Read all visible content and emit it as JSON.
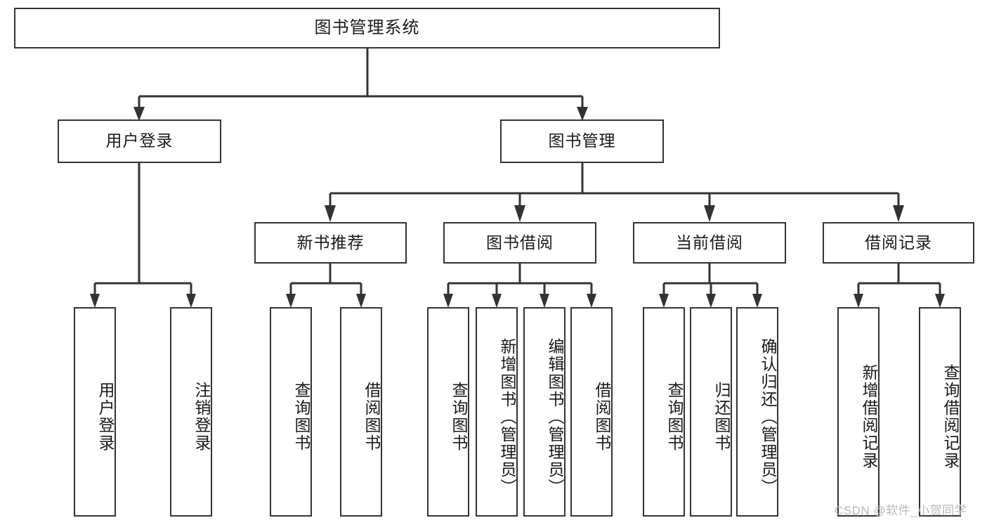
{
  "diagram": {
    "title": "图书管理系统",
    "type": "hierarchy-tree",
    "levels": 4,
    "root": {
      "label": "图书管理系统"
    },
    "level2": [
      {
        "label": "用户登录"
      },
      {
        "label": "图书管理"
      }
    ],
    "level3": [
      {
        "label": "新书推荐",
        "parent": "图书管理"
      },
      {
        "label": "图书借阅",
        "parent": "图书管理"
      },
      {
        "label": "当前借阅",
        "parent": "图书管理"
      },
      {
        "label": "借阅记录",
        "parent": "图书管理"
      }
    ],
    "leaves": {
      "user_login": [
        {
          "label": "用户登录"
        },
        {
          "label": "注销登录"
        }
      ],
      "new_book_recommend": [
        {
          "label": "查询图书"
        },
        {
          "label": "借阅图书"
        }
      ],
      "book_borrow": [
        {
          "label": "查询图书"
        },
        {
          "label": "新增图书（管理员）"
        },
        {
          "label": "编辑图书（管理员）"
        },
        {
          "label": "借阅图书"
        }
      ],
      "current_borrow": [
        {
          "label": "查询图书"
        },
        {
          "label": "归还图书"
        },
        {
          "label": "确认归还（管理员）"
        }
      ],
      "borrow_record": [
        {
          "label": "新增借阅记录"
        },
        {
          "label": "查询借阅记录"
        }
      ]
    }
  },
  "watermark": {
    "text": "CSDN @软件_小贺同学"
  },
  "colors": {
    "box_border": "#333333",
    "box_fill": "#ffffff",
    "connector": "#333333",
    "text": "#1a1a1a",
    "watermark": "#b9b9b9"
  }
}
